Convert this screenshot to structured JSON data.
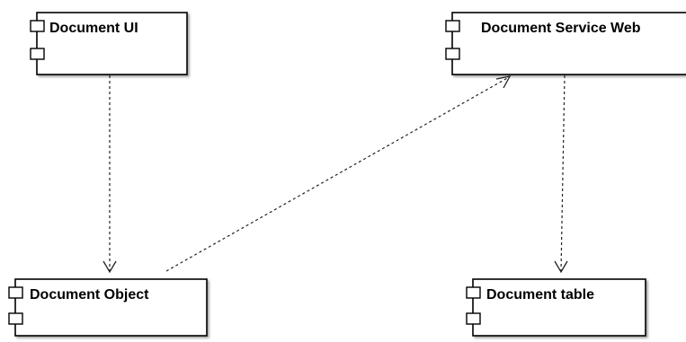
{
  "diagram": {
    "components": {
      "document_ui": {
        "label": "Document UI"
      },
      "document_service_web": {
        "label": "Document Service Web"
      },
      "document_object": {
        "label": "Document Object"
      },
      "document_table": {
        "label": "Document table"
      }
    },
    "dependencies": [
      {
        "from": "Document UI",
        "to": "Document Object"
      },
      {
        "from": "Document Object",
        "to": "Document Service Web"
      },
      {
        "from": "Document Service Web",
        "to": "Document table"
      }
    ]
  },
  "colors": {
    "stroke": "#000000",
    "fill": "#ffffff",
    "connector": "#222222"
  }
}
